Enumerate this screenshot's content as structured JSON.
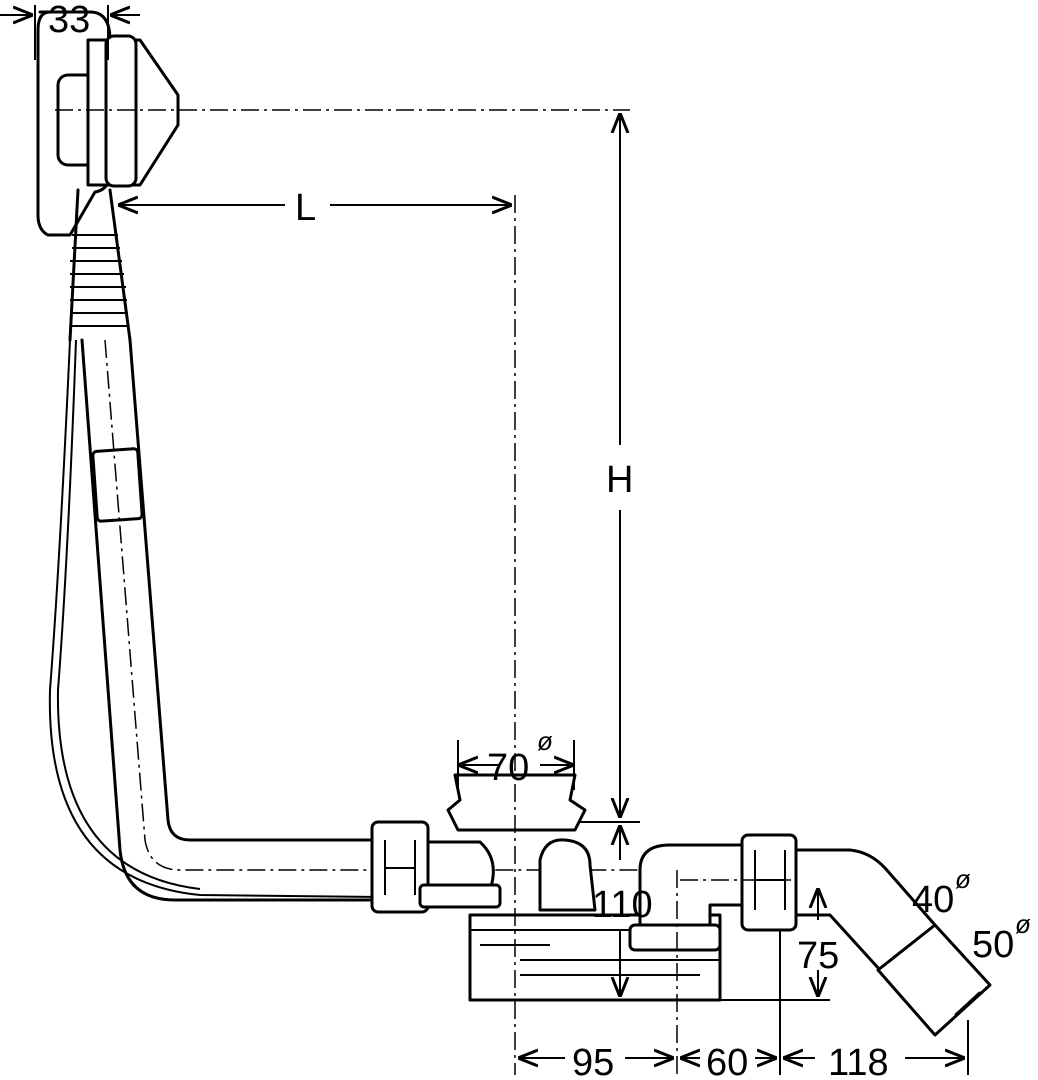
{
  "diagram": {
    "title": "Bath waste and overflow fitting dimensions",
    "labels": {
      "overflow_depth": "33",
      "length": "L",
      "height": "H",
      "drain_diameter": "70",
      "drain_height": "110",
      "outlet_diameter_small": "40",
      "outlet_diameter_large": "50",
      "outlet_height": "75",
      "offset_a": "95",
      "offset_b": "60",
      "offset_c": "118",
      "diameter_symbol": "ø"
    },
    "colors": {
      "stroke": "#000000",
      "background": "#ffffff"
    }
  }
}
